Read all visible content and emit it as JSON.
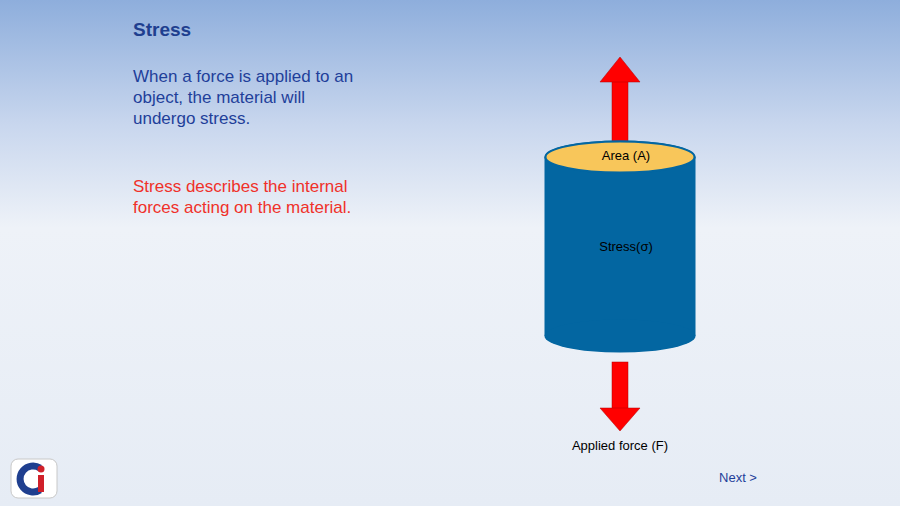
{
  "diagram": {
    "title": "Stress",
    "nodes": [
      {
        "text": [
          "Stress(σ)"
        ]
      },
      {
        "text": [
          "Area (A)"
        ],
        "in": 0
      }
    ],
    "labels": [
      "When a force is applied to an object, the material will undergo stress.",
      "Stress describes the internal forces acting on the material.",
      "Applied force (F)",
      "Next >"
    ]
  }
}
